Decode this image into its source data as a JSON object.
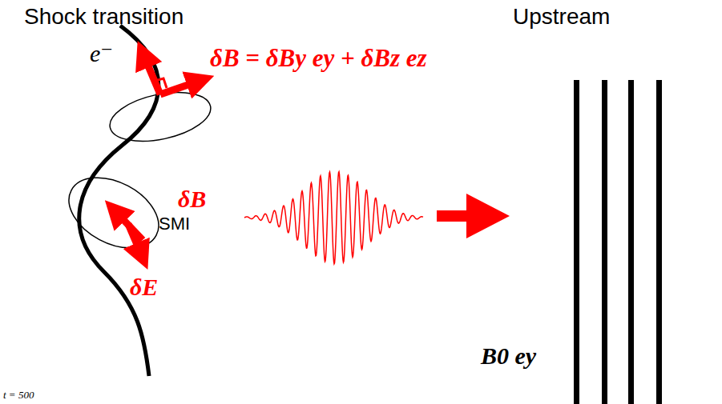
{
  "diagram": {
    "labels": [
      "Shock transition",
      "Upstream",
      "e⁻",
      "δB = δBy ey + δBz ez",
      "δB",
      "SMI",
      "δE",
      "B0 ey",
      "t = 500"
    ]
  }
}
